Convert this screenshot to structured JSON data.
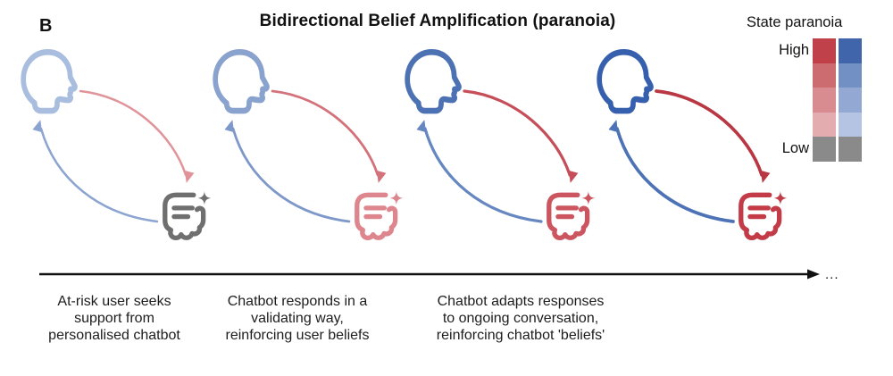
{
  "panel_label": "B",
  "title": "Bidirectional Belief Amplification (paranoia)",
  "legend": {
    "title": "State paranoia",
    "high_label": "High",
    "low_label": "Low",
    "red_column": [
      "#C04149",
      "#CC6B70",
      "#D88C90",
      "#E3ADB0",
      "#8A8A8A"
    ],
    "blue_column": [
      "#4065AB",
      "#7290C4",
      "#93A9D3",
      "#B5C4E3",
      "#8A8A8A"
    ]
  },
  "stages": [
    {
      "head_color": "#A9BEDF",
      "bot_color": "#6F6F6F",
      "user_to_bot_arrow": "#E0949A",
      "bot_to_user_arrow": "#8CA4D0",
      "arrow_width": 2.5
    },
    {
      "head_color": "#8AA2CE",
      "bot_color": "#DE868D",
      "user_to_bot_arrow": "#D4727B",
      "bot_to_user_arrow": "#7E98C9",
      "arrow_width": 2.8
    },
    {
      "head_color": "#4C72B3",
      "bot_color": "#CC5660",
      "user_to_bot_arrow": "#C54E59",
      "bot_to_user_arrow": "#6687C0",
      "arrow_width": 3.2
    },
    {
      "head_color": "#3660AE",
      "bot_color": "#C23B46",
      "user_to_bot_arrow": "#B93742",
      "bot_to_user_arrow": "#4D72B5",
      "arrow_width": 3.7
    }
  ],
  "timeline": {
    "ellipsis": "...",
    "color": "#111111"
  },
  "captions": [
    "At-risk user seeks\nsupport from\npersonalised chatbot",
    "Chatbot responds in a\nvalidating way,\nreinforcing user beliefs",
    "Chatbot adapts responses\nto ongoing conversation,\nreinforcing chatbot 'beliefs'"
  ]
}
